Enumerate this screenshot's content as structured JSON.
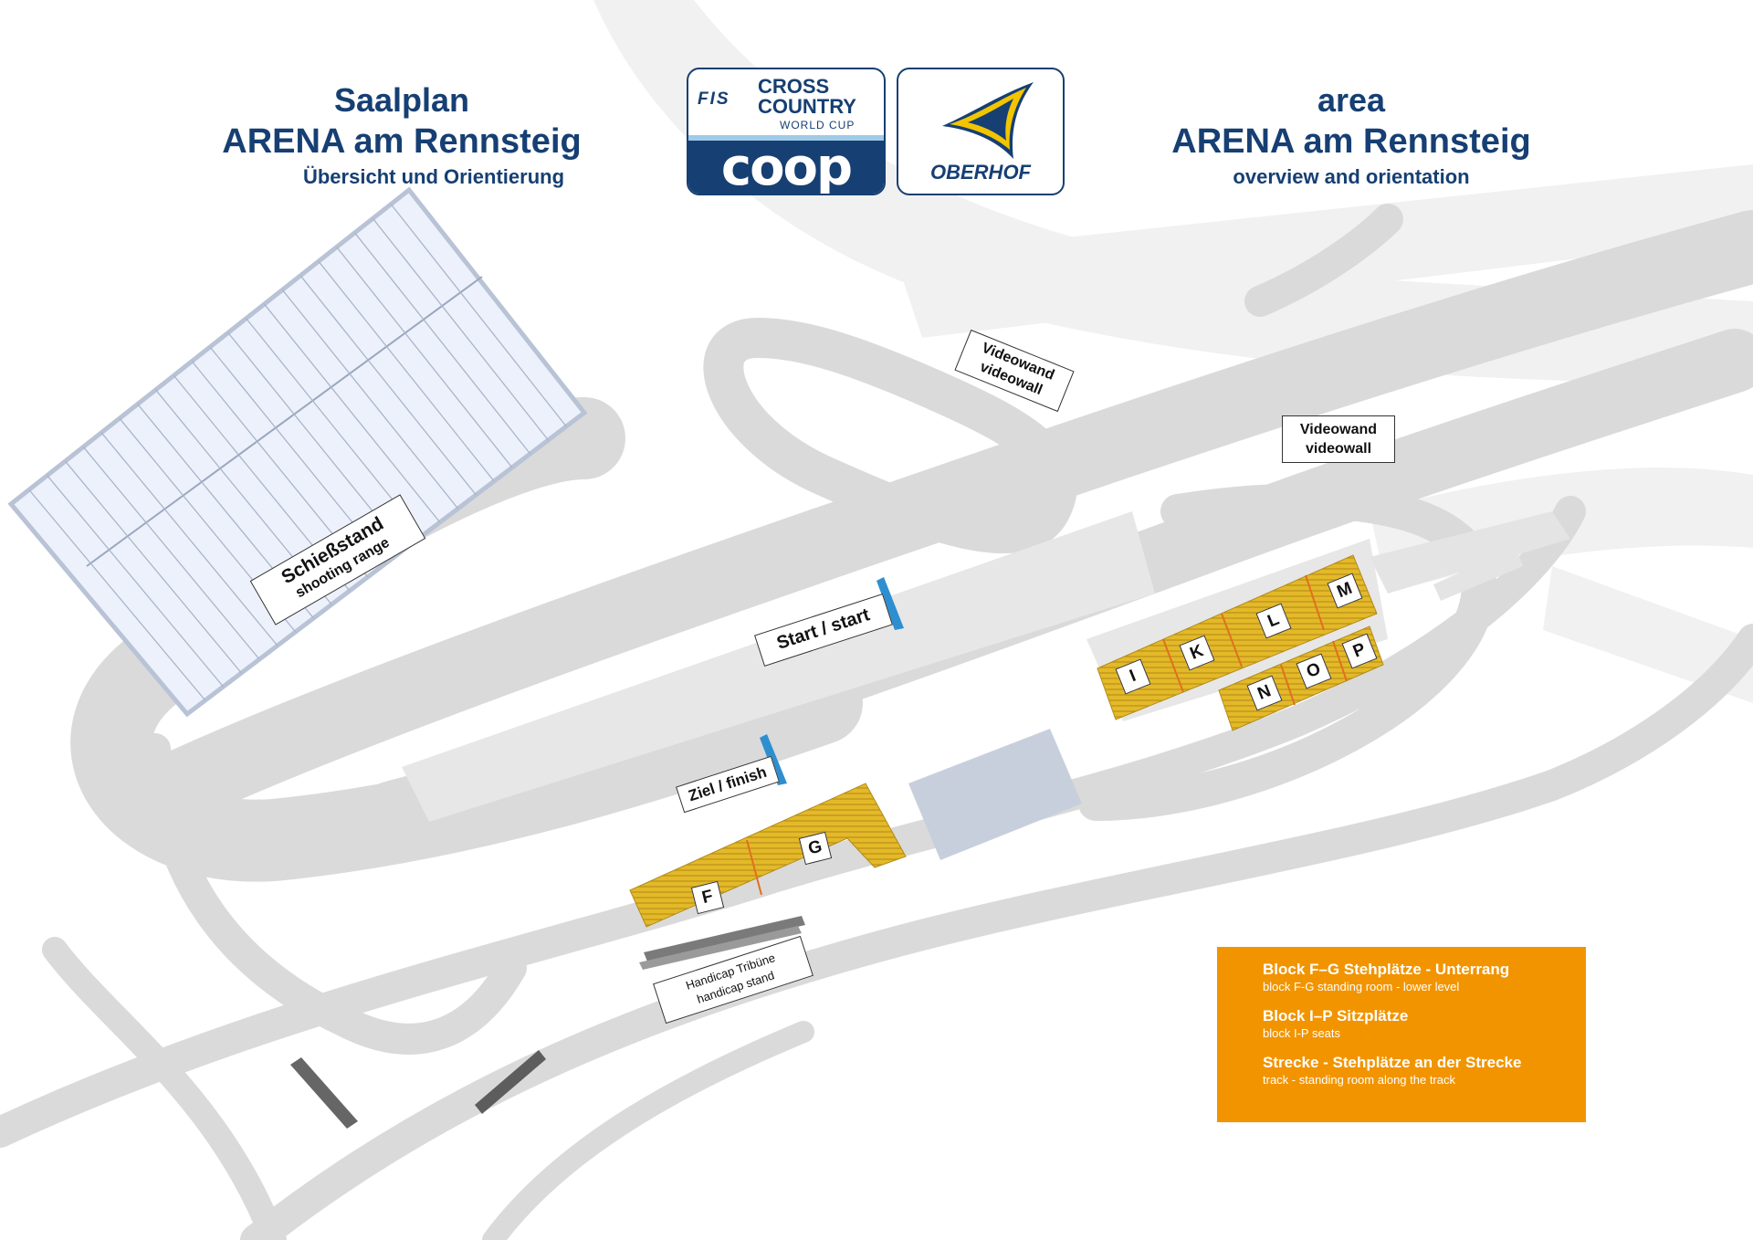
{
  "header": {
    "de_line1": "Saalplan",
    "de_line2": "ARENA am Rennsteig",
    "de_line3": "Übersicht und Orientierung",
    "en_line1": "area",
    "en_line2": "ARENA am Rennsteig",
    "en_line3": "overview and orientation"
  },
  "logos": {
    "fis_mark": "FIS",
    "fis_line1": "CROSS",
    "fis_line2": "COUNTRY",
    "fis_line3": "WORLD CUP",
    "sponsor": "coop",
    "host": "OBERHOF"
  },
  "signs": {
    "shooting_range_de": "Schießstand",
    "shooting_range_en": "shooting range",
    "videowall1_de": "Videowand",
    "videowall1_en": "videowall",
    "videowall2_de": "Videowand",
    "videowall2_en": "videowall",
    "start": "Start / start",
    "finish": "Ziel / finish",
    "handicap_de": "Handicap Tribüne",
    "handicap_en": "handicap stand"
  },
  "blocks": {
    "F": "F",
    "G": "G",
    "I": "I",
    "K": "K",
    "L": "L",
    "M": "M",
    "N": "N",
    "O": "O",
    "P": "P"
  },
  "legend": {
    "fg_main": "Block F–G Stehplätze - Unterrang",
    "fg_sub": "block F-G standing room - lower level",
    "ip_main": "Block I–P Sitzplätze",
    "ip_sub": "block I-P seats",
    "track_main": "Strecke - Stehplätze an der Strecke",
    "track_sub": "track - standing room along the track"
  },
  "colors": {
    "title": "#163f73",
    "track": "#dcdcdc",
    "stand_block": "#e1b522",
    "legend_bg": "#f29400",
    "shooting_range": "#edf1fb"
  }
}
